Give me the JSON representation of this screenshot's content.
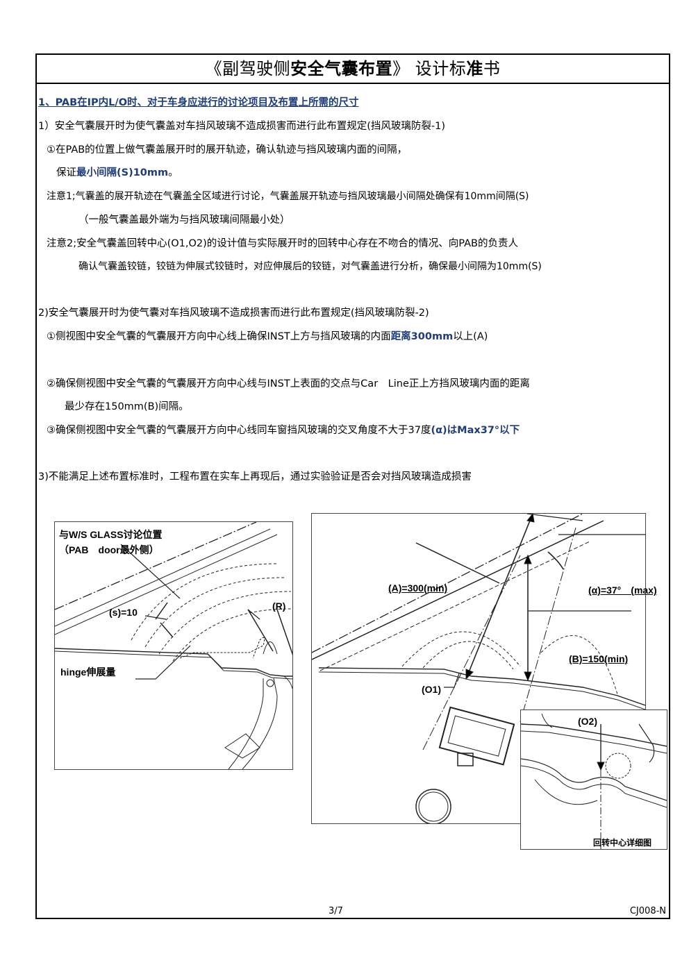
{
  "title": {
    "part1": "《副驾驶侧",
    "part2": "安全气囊布置",
    "part3": "》 设计标",
    "part4": "准",
    "part5": "书"
  },
  "section1": {
    "heading": "1、PAB在IP内L/O时、对于车身应进行的讨论项目及布置上所需的尺寸",
    "item1": "1）安全气囊展开时为使气囊盖对车挡风玻璃不造成损害而进行此布置规定(挡风玻璃防裂-1)",
    "item1a": "①在PAB的位置上做气囊盖展开时的展开轨迹，确认轨迹与挡风玻璃内面的间隔，",
    "item1b_prefix": "保证",
    "item1b_em": "最小间隔(S)10mm",
    "item1b_suffix": "。",
    "note1": "注意1;气囊盖的展开轨迹在气囊盖全区域进行讨论，气囊盖展开轨迹与挡风玻璃最小间隔处确保有10mm间隔(S)",
    "note1b": "（一般气囊盖最外端为与挡风玻璃间隔最小处）",
    "note2": "注意2;安全气囊盖回转中心(O1,O2)的设计值与实际展开时的回转中心存在不吻合的情况、向PAB的负责人",
    "note2b": "确认气囊盖铰链，铰链为伸展式铰链时，对应伸展后的铰链，对气囊盖进行分析，确保最小间隔为10mm(S)",
    "item2": "2)安全气囊展开时为使气囊对车挡风玻璃不造成损害而进行此布置规定(挡风玻璃防裂-2)",
    "item2a_prefix": "①侧视图中安全气囊的气囊展开方向中心线上确保INST上方与挡风玻璃的内面",
    "item2a_em": "距离300mm",
    "item2a_suffix": "以上(A)",
    "item2b": "②确保侧视图中安全气囊的气囊展开方向中心线与INST上表面的交点与Car　Line正上方挡风玻璃内面的距离",
    "item2b2": "最少存在150mm(B)间隔。",
    "item2c_prefix": "③确保侧视图中安全气囊的气囊展开方向中心线同车窗挡风玻璃的交叉角度不大于37度",
    "item2c_em": "(α)はMax37°以下",
    "item3": "3)不能满足上述布置标准时，工程布置在实车上再现后，通过实验验证是否会对挡风玻璃造成损害"
  },
  "figure_left": {
    "label_title1": "与W/S GLASS讨论位置",
    "label_title2": "（PAB　door最外侧）",
    "label_s": "(s)=10",
    "label_r": "(R)",
    "label_hinge": "hinge伸展量"
  },
  "figure_right": {
    "label_a": "(A)=300(min)",
    "label_alpha": "(α)=37°　(max)",
    "label_b": "(B)=150(min)",
    "label_o1": "(O1)",
    "label_o2": "(O2)",
    "detail_caption": "回转中心详细图"
  },
  "footer": {
    "page": "3/7",
    "code": "CJ008-N"
  }
}
